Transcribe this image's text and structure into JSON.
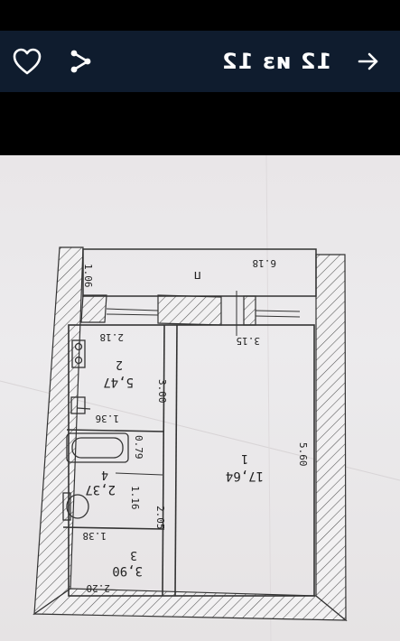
{
  "header": {
    "counter_text": "12 из 12",
    "icons": {
      "like": "heart-icon",
      "share": "share-icon",
      "next": "arrow-right-icon"
    },
    "background_color": "#0f1c2e"
  },
  "floor_plan": {
    "balcony": {
      "letter": "п",
      "dim_top": "6.18",
      "dim_side": "1.06"
    },
    "room_1": {
      "number": "1",
      "area": "17,64",
      "dim_top": "3.15",
      "dim_right": "5.60"
    },
    "room_2": {
      "number": "2",
      "area": "5,47",
      "dim_top": "2.18",
      "dim_right": "3.00",
      "dim_bottom": "1.36"
    },
    "room_3": {
      "number": "3",
      "area": "3,90",
      "dim_top": "1.38",
      "dim_bottom": "2.20",
      "dim_right": "2.05"
    },
    "room_4": {
      "number": "4",
      "area": "2,37",
      "dim_right": "1.16",
      "dim_mid": "0.79"
    }
  }
}
